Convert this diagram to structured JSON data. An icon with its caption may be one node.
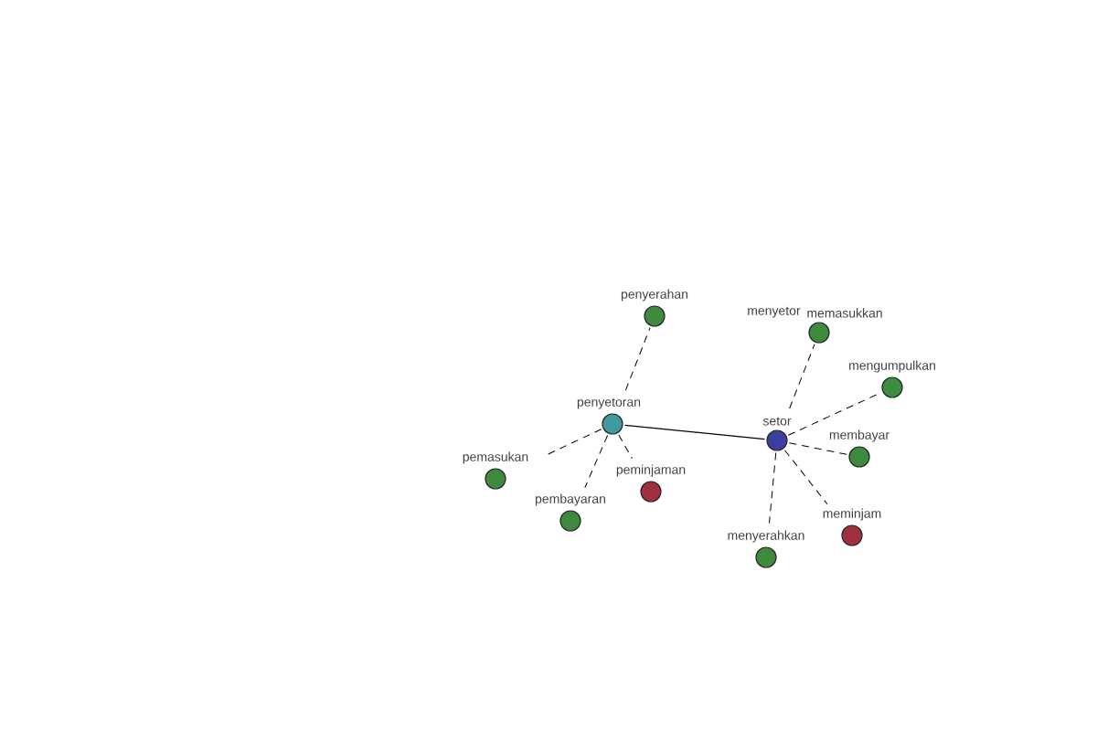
{
  "diagram": {
    "nodes": [
      {
        "text": [
          "penyerahan"
        ]
      },
      {
        "text": [
          "menyetor",
          "memasukkan"
        ]
      },
      {
        "text": [
          "mengumpulkan"
        ]
      },
      {
        "text": [
          "penyetoran"
        ]
      },
      {
        "text": [
          "setor"
        ]
      },
      {
        "text": [
          "membayar"
        ]
      },
      {
        "text": [
          "pemasukan"
        ]
      },
      {
        "text": [
          "peminjaman"
        ]
      },
      {
        "text": [
          "pembayaran"
        ]
      },
      {
        "text": [
          "meminjam"
        ]
      },
      {
        "text": [
          "menyerahkan"
        ]
      }
    ],
    "edges": [
      {
        "from": 3,
        "to": 4,
        "arrow": "none"
      },
      {
        "from": 3,
        "to": 0,
        "arrow": "none",
        "style": "dashed"
      },
      {
        "from": 3,
        "to": 6,
        "arrow": "none",
        "style": "dashed"
      },
      {
        "from": 3,
        "to": 8,
        "arrow": "none",
        "style": "dashed"
      },
      {
        "from": 3,
        "to": 7,
        "arrow": "none",
        "style": "dashed"
      },
      {
        "from": 4,
        "to": 1,
        "arrow": "none",
        "style": "dashed"
      },
      {
        "from": 4,
        "to": 2,
        "arrow": "none",
        "style": "dashed"
      },
      {
        "from": 4,
        "to": 5,
        "arrow": "none",
        "style": "dashed"
      },
      {
        "from": 4,
        "to": 9,
        "arrow": "none",
        "style": "dashed"
      },
      {
        "from": 4,
        "to": 10,
        "arrow": "none",
        "style": "dashed"
      }
    ]
  }
}
